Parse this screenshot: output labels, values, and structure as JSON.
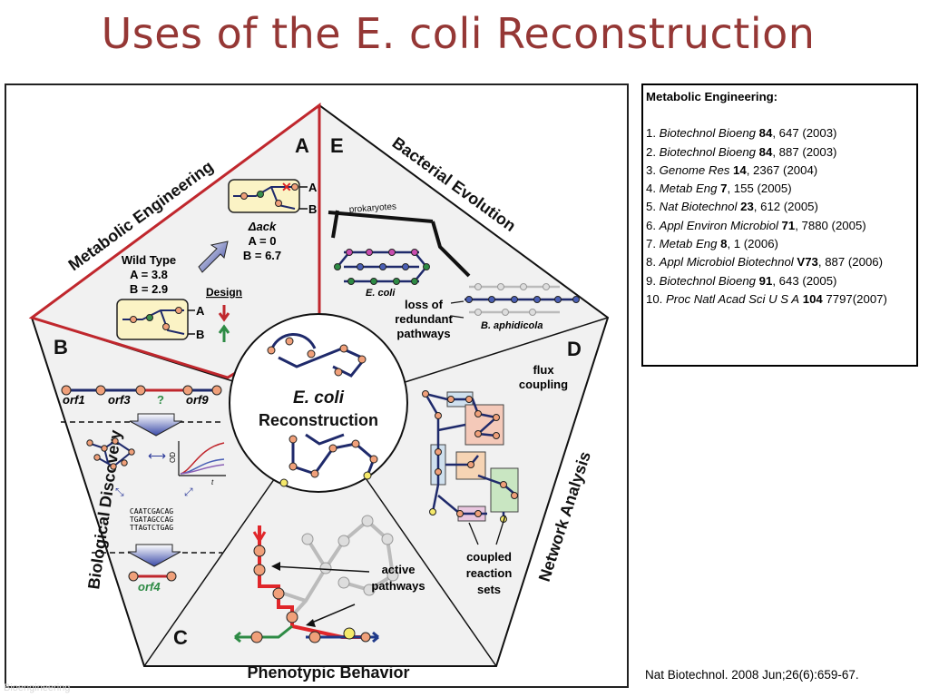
{
  "slide": {
    "title": "Uses of the E. coli Reconstruction",
    "citation": "Nat Biotechnol. 2008 Jun;26(6):659-67.",
    "watermark": "Bioengineering"
  },
  "figure": {
    "center_label_1": "E. coli",
    "center_label_2": "Reconstruction",
    "panel_a": {
      "letter": "A",
      "title": "Metabolic Engineering",
      "wild_type": "Wild Type",
      "wt_a": "A = 3.8",
      "wt_b": "B = 2.9",
      "design": "Design",
      "knockout": "Δack",
      "ko_a": "A = 0",
      "ko_b": "B = 6.7",
      "out_a": "A",
      "out_b": "B"
    },
    "panel_e": {
      "letter": "E",
      "title": "Bacterial Evolution",
      "prokaryotes": "prokaryotes",
      "ecoli": "E. coli",
      "loss1": "loss of",
      "loss2": "redundant",
      "loss3": "pathways",
      "aphidicola": "B. aphidicola"
    },
    "panel_b": {
      "letter": "B",
      "title": "Biological Discovery",
      "orf1": "orf1",
      "orf3": "orf3",
      "q": "?",
      "orf9": "orf9",
      "od": "OD",
      "t": "t",
      "seq1": "CAATCGACAG",
      "seq2": "TGATAGCCAG",
      "seq3": "TTAGTCTGAG",
      "orf4": "orf4"
    },
    "panel_c": {
      "letter": "C",
      "title": "Phenotypic Behavior",
      "active1": "active",
      "active2": "pathways"
    },
    "panel_d": {
      "letter": "D",
      "title": "Network Analysis",
      "flux1": "flux",
      "flux2": "coupling",
      "coupled1": "coupled",
      "coupled2": "reaction",
      "coupled3": "sets"
    }
  },
  "references": {
    "header": "Metabolic Engineering:",
    "items": [
      {
        "num": "1.",
        "journal": "Biotechnol Bioeng",
        "vol": "84",
        "rest": ", 647 (2003)"
      },
      {
        "num": "2.",
        "journal": "Biotechnol Bioeng",
        "vol": "84",
        "rest": ", 887 (2003)"
      },
      {
        "num": "3.",
        "journal": "Genome Res",
        "vol": "14",
        "rest": ", 2367 (2004)"
      },
      {
        "num": "4.",
        "journal": "Metab Eng",
        "vol": "7",
        "rest": ", 155 (2005)"
      },
      {
        "num": "5.",
        "journal": "Nat Biotechnol",
        "vol": "23",
        "rest": ", 612 (2005)"
      },
      {
        "num": "6.",
        "journal": "Appl Environ Microbiol",
        "vol": "71",
        "rest": ", 7880 (2005)"
      },
      {
        "num": "7.",
        "journal": "Metab Eng",
        "vol": "8",
        "rest": ", 1 (2006)"
      },
      {
        "num": "8.",
        "journal": "Appl Microbiol Biotechnol",
        "vol": "V73",
        "rest": ", 887 (2006)"
      },
      {
        "num": "9.",
        "journal": "Biotechnol Bioeng",
        "vol": "91",
        "rest": ", 643 (2005)"
      },
      {
        "num": "10.",
        "journal": "Proc Natl Acad Sci U S A",
        "vol": "104",
        "rest": " 7797(2007)"
      }
    ]
  }
}
